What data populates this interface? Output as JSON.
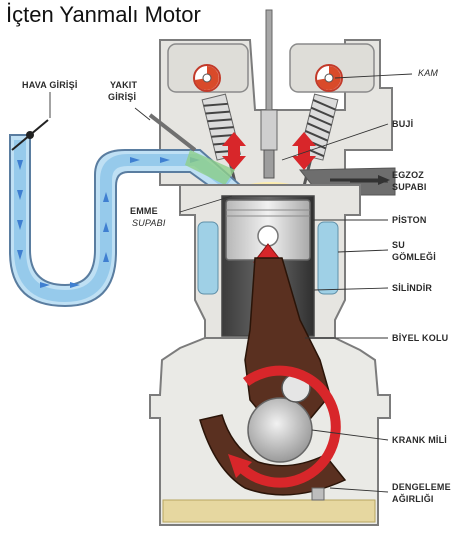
{
  "title": "İçten Yanmalı Motor",
  "labels": {
    "hava_girisi": "HAVA GİRİŞİ",
    "yakit_girisi_1": "YAKIT",
    "yakit_girisi_2": "GİRİŞİ",
    "emme_supabi_1": "EMME",
    "emme_supabi_2": "SUPABI",
    "kam": "KAM",
    "buji": "BUJİ",
    "egzoz_supabi_1": "EGZOZ",
    "egzoz_supabi_2": "SUPABI",
    "piston": "PİSTON",
    "su_gomlegi_1": "SU",
    "su_gomlegi_2": "GÖMLEĞİ",
    "silindir": "SİLİNDİR",
    "biyel_kolu": "BİYEL KOLU",
    "krank_mili": "KRANK MİLİ",
    "dengeleme_agirligi_1": "DENGELEME",
    "dengeleme_agirligi_2": "AĞIRLIĞI"
  },
  "colors": {
    "engine_body": "#e9e8e4",
    "engine_outline": "#8a8a8a",
    "air_flow": "#9fd0ee",
    "air_arrow": "#3f7fd1",
    "cooling_water": "#9fd0e6",
    "motion_arrow": "#d8262a",
    "connecting_rod": "#5a3020",
    "oil_sump": "#e6d7a0"
  }
}
